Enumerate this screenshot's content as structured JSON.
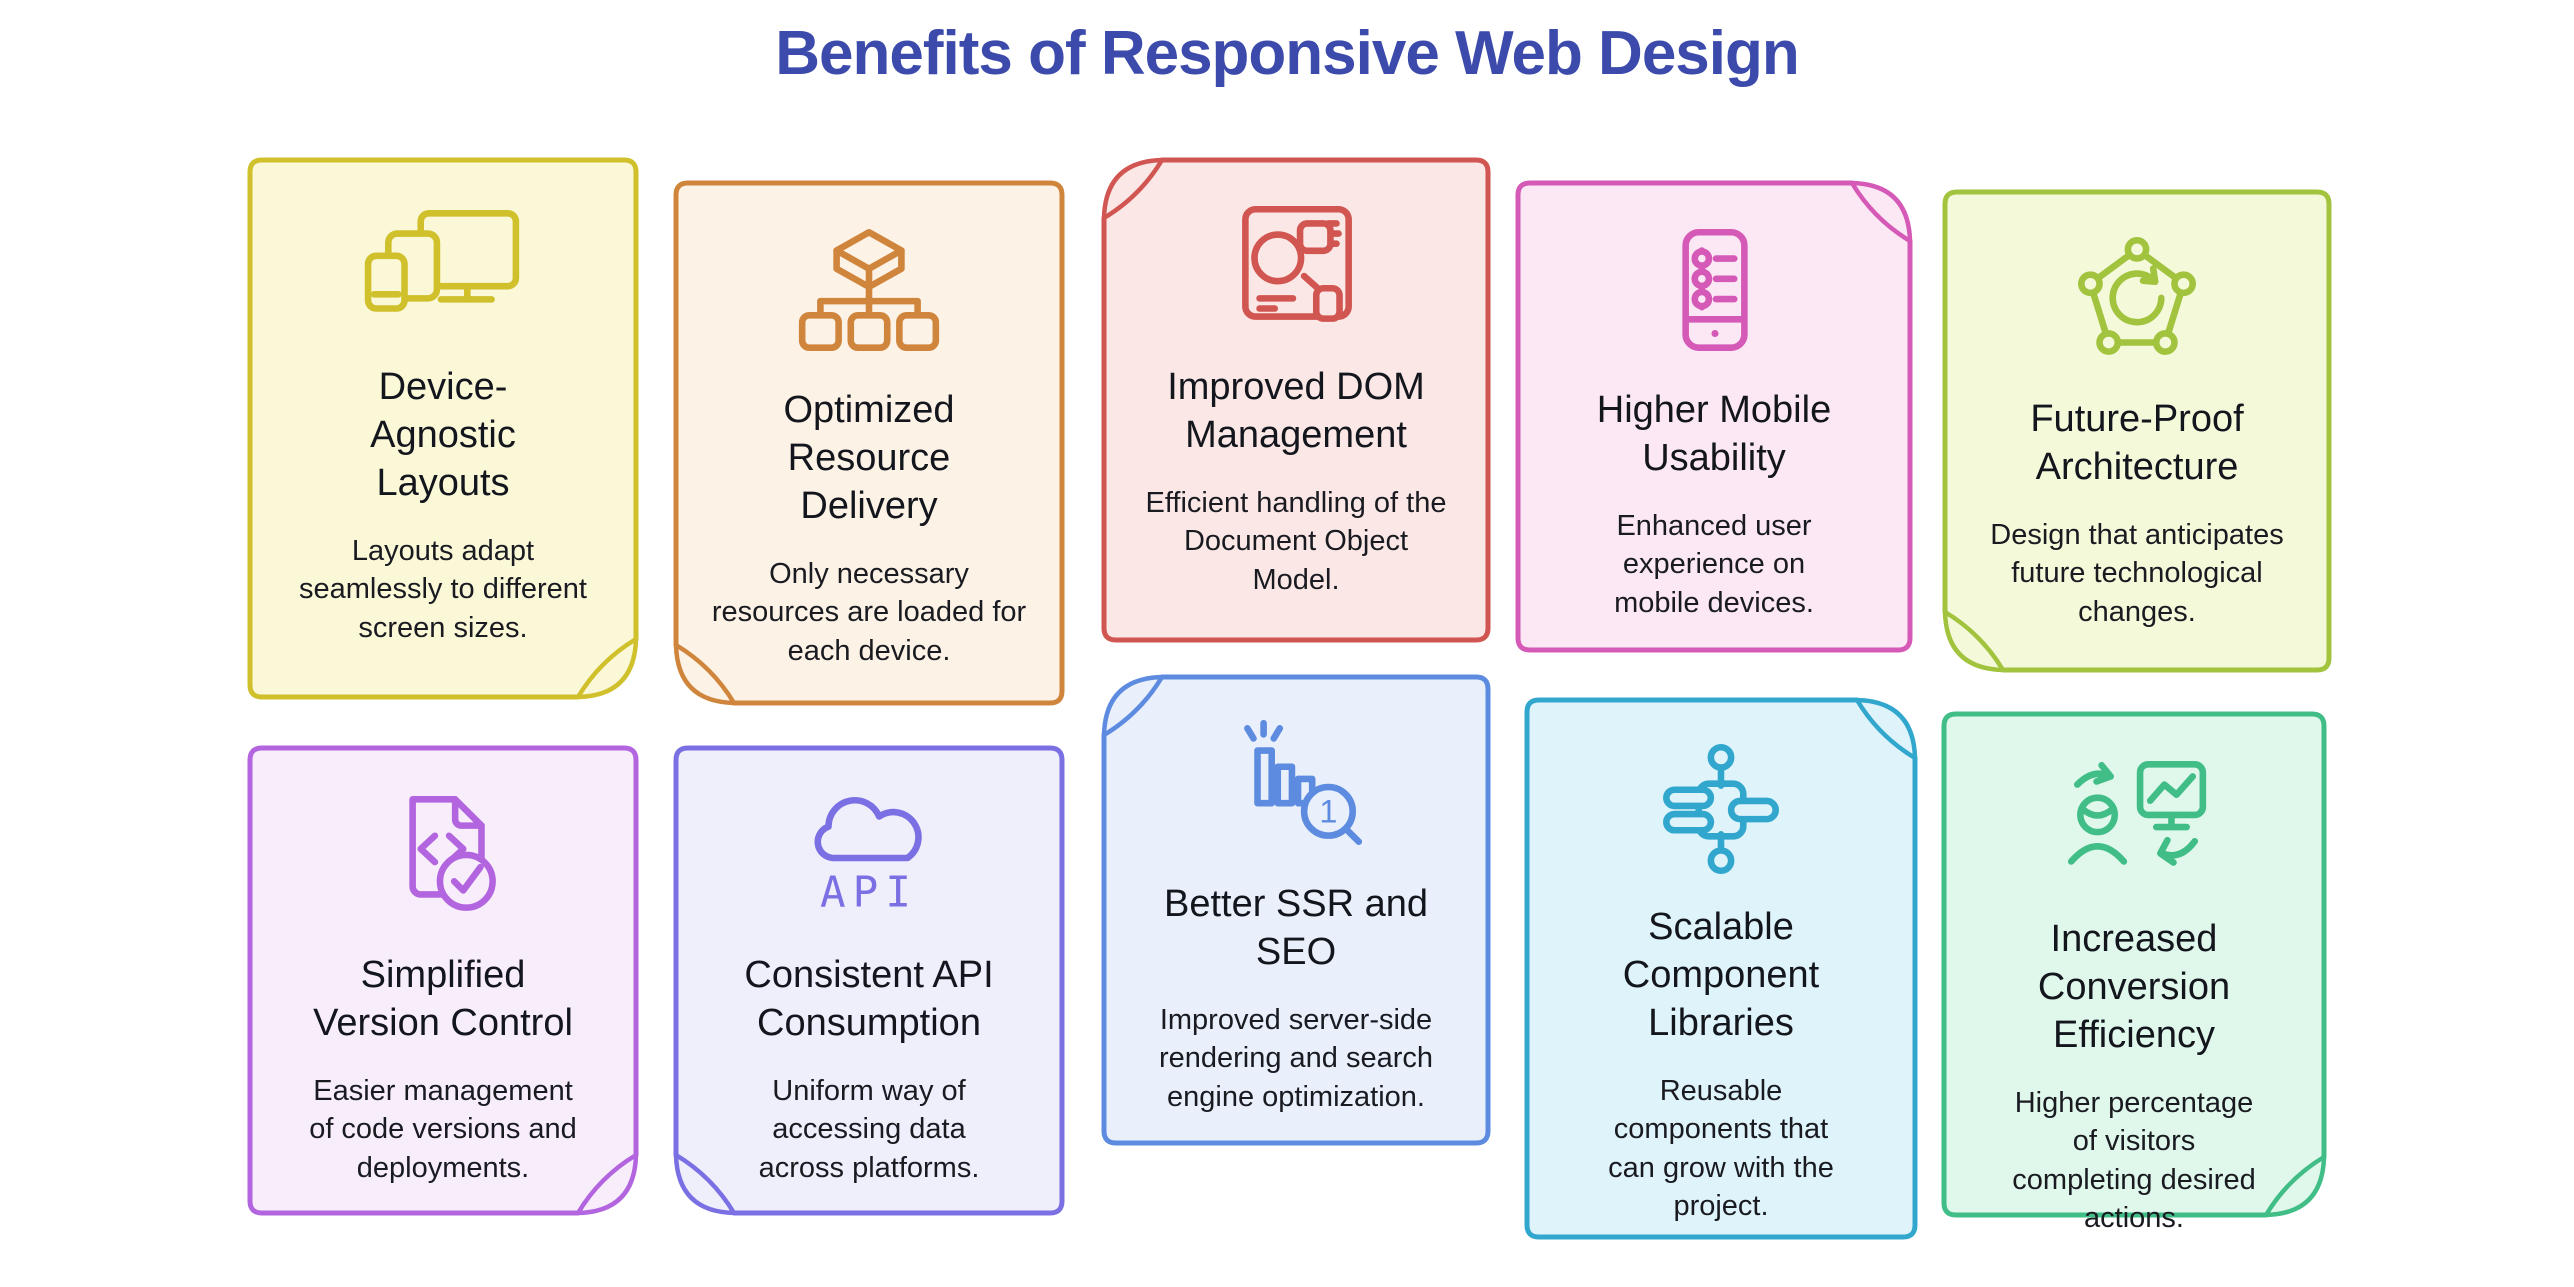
{
  "page": {
    "title": "Benefits of Responsive Web Design",
    "title_color": "#3b4aab",
    "background": "#ffffff"
  },
  "cards": [
    {
      "title": "Device-Agnostic Layouts",
      "description": "Layouts adapt seamlessly to different screen sizes.",
      "border_color": "#cfc02c",
      "background_color": "#fbf8d8",
      "icon": "devices-icon",
      "fold_corner": "bottom-right"
    },
    {
      "title": "Optimized Resource Delivery",
      "description": "Only necessary resources are loaded for each device.",
      "border_color": "#d0853c",
      "background_color": "#fdf2e6",
      "icon": "box-hierarchy-icon",
      "fold_corner": "bottom-left"
    },
    {
      "title": "Improved DOM Management",
      "description": "Efficient handling of the Document Object Model.",
      "border_color": "#d15551",
      "background_color": "#fbe8e6",
      "icon": "document-diagram-icon",
      "fold_corner": "top-left"
    },
    {
      "title": "Higher Mobile Usability",
      "description": "Enhanced user experience on mobile devices.",
      "border_color": "#d55ab7",
      "background_color": "#fce8f4",
      "icon": "phone-settings-icon",
      "fold_corner": "top-right"
    },
    {
      "title": "Future-Proof Architecture",
      "description": "Design that anticipates future technological changes.",
      "border_color": "#a1c33e",
      "background_color": "#f4f9da",
      "icon": "pentagon-network-icon",
      "fold_corner": "bottom-left"
    },
    {
      "title": "Simplified Version Control",
      "description": "Easier management of code versions and deployments.",
      "border_color": "#b265de",
      "background_color": "#f8eefb",
      "icon": "file-code-check-icon",
      "fold_corner": "bottom-right"
    },
    {
      "title": "Consistent API Consumption",
      "description": "Uniform way of accessing data across platforms.",
      "border_color": "#7b70e3",
      "background_color": "#efeefb",
      "icon": "cloud-api-icon",
      "fold_corner": "bottom-left"
    },
    {
      "title": "Better SSR and SEO",
      "description": "Improved server-side rendering and search engine optimization.",
      "border_color": "#5d8bdf",
      "background_color": "#e9effb",
      "icon": "chart-search-icon",
      "fold_corner": "top-left"
    },
    {
      "title": "Scalable Component Libraries",
      "description": "Reusable components that can grow with the project.",
      "border_color": "#31a7cd",
      "background_color": "#dff3fa",
      "icon": "components-icon",
      "fold_corner": "top-right"
    },
    {
      "title": "Increased Conversion Efficiency",
      "description": "Higher percentage of visitors completing desired actions.",
      "border_color": "#41bd87",
      "background_color": "#e0f7eb",
      "icon": "person-chart-icon",
      "fold_corner": "bottom-right"
    }
  ]
}
